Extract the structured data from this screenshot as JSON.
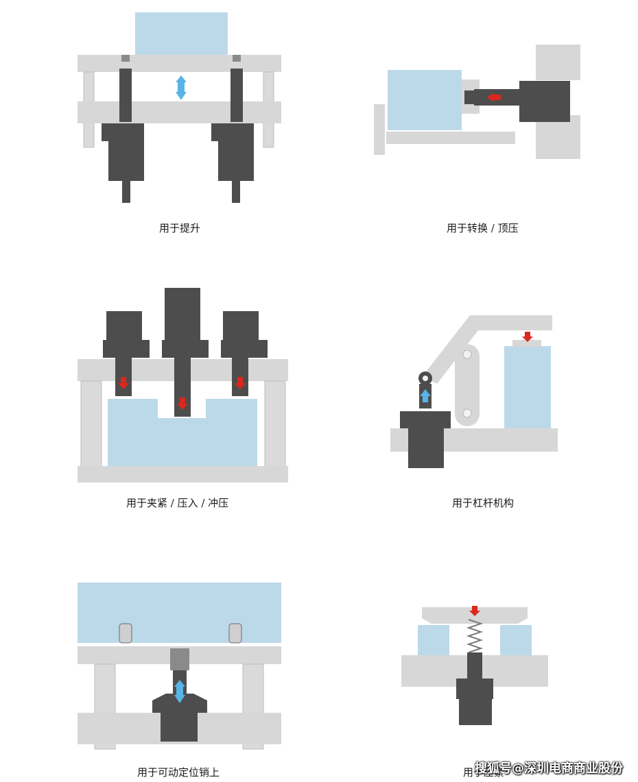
{
  "panels": {
    "lifting": {
      "caption": "用于提升"
    },
    "transfer_press": {
      "caption": "用于转换 / 顶压"
    },
    "clamp_press_punch": {
      "caption": "用于夹紧 / 压入 / 冲压"
    },
    "lever": {
      "caption": "用于杠杆机构"
    },
    "locating_pin": {
      "caption": "用于可动定位销上"
    },
    "spring": {
      "caption": "用于压紧"
    }
  },
  "watermark": "搜狐号@深圳电商商业股份",
  "colors": {
    "workpiece_blue": "#bcd9ea",
    "frame_gray": "#d7d7d7",
    "cylinder_dark": "#4d4d4d",
    "arrow_blue": "#58b4e6",
    "arrow_red": "#d9281e"
  }
}
